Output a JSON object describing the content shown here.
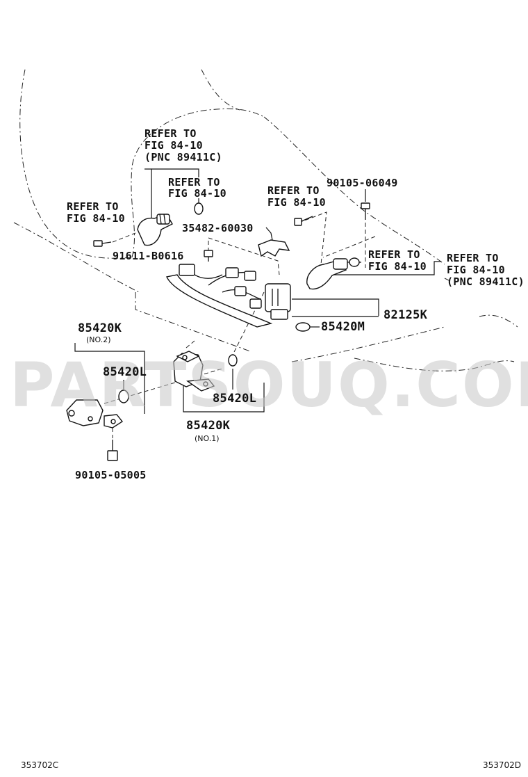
{
  "labels": {
    "refer_left_top": [
      "REFER TO",
      "FIG 84-10",
      "(PNC 89411C)"
    ],
    "refer_left_mid": [
      "REFER TO",
      "FIG 84-10"
    ],
    "refer_left": [
      "REFER TO",
      "FIG 84-10"
    ],
    "refer_center": [
      "REFER TO",
      "FIG 84-10"
    ],
    "refer_right_a": [
      "REFER TO",
      "FIG 84-10"
    ],
    "refer_right_b": [
      "REFER TO",
      "FIG 84-10",
      "(PNC 89411C)"
    ],
    "p90105_06049": "90105-06049",
    "p35482_60030": "35482-60030",
    "p91611_b0616": "91611-B0616",
    "p82125k": "82125K",
    "p85420m": "85420M",
    "p85420k_no2": "85420K",
    "no2": "(NO.2)",
    "p85420l_left": "85420L",
    "p85420l_right": "85420L",
    "p85420k_no1": "85420K",
    "no1": "(NO.1)",
    "p90105_05005": "90105-05005"
  },
  "watermark": "PARTSOUQ.COM",
  "footer": {
    "left_code": "353702C",
    "right_code": "353702D"
  }
}
